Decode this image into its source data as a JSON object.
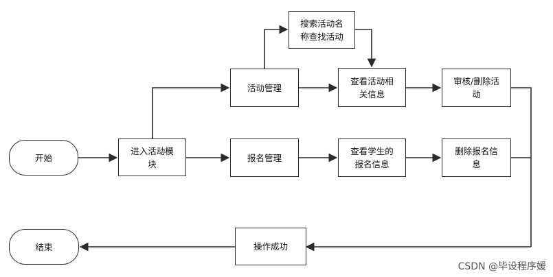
{
  "nodes": {
    "start": "开始",
    "enter_activity": "进入活动模\n块",
    "activity_mgmt": "活动管理",
    "search_activity": "搜索活动名\n称查找活动",
    "view_activity": "查看活动相\n关信息",
    "review_delete": "审核/删除活\n动",
    "signup_mgmt": "报名管理",
    "view_student_signup": "查看学生的\n报名信息",
    "delete_signup": "删除报名信\n息",
    "op_success": "操作成功",
    "end": "结束"
  },
  "watermark": "CSDN @毕设程序媛"
}
